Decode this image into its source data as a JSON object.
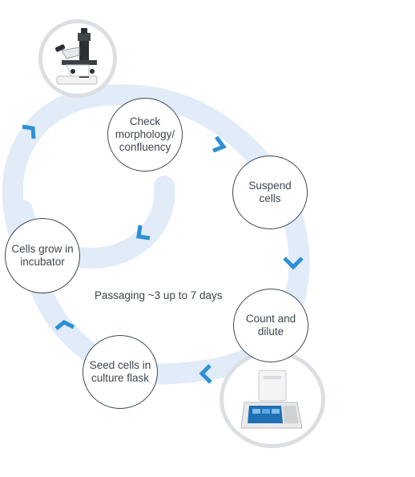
{
  "diagram": {
    "cycle_label": "Passaging ~3 up to 7 days",
    "steps": [
      {
        "id": "check",
        "label": "Check\nmorphology/\nconfluency"
      },
      {
        "id": "suspend",
        "label": "Suspend\ncells"
      },
      {
        "id": "count",
        "label": "Count and\ndilute"
      },
      {
        "id": "seed",
        "label": "Seed cells in\nculture flask"
      },
      {
        "id": "grow",
        "label": "Cells grow in\nincubator"
      }
    ],
    "devices": [
      {
        "name": "microscope-icon"
      },
      {
        "name": "cell-counter-icon"
      }
    ],
    "colors": {
      "track": "#e1ecf8",
      "arrow": "#2d8fd6",
      "node_border": "#3d4a57",
      "device_ring": "#dcdfe2",
      "text": "#3d4650"
    }
  }
}
